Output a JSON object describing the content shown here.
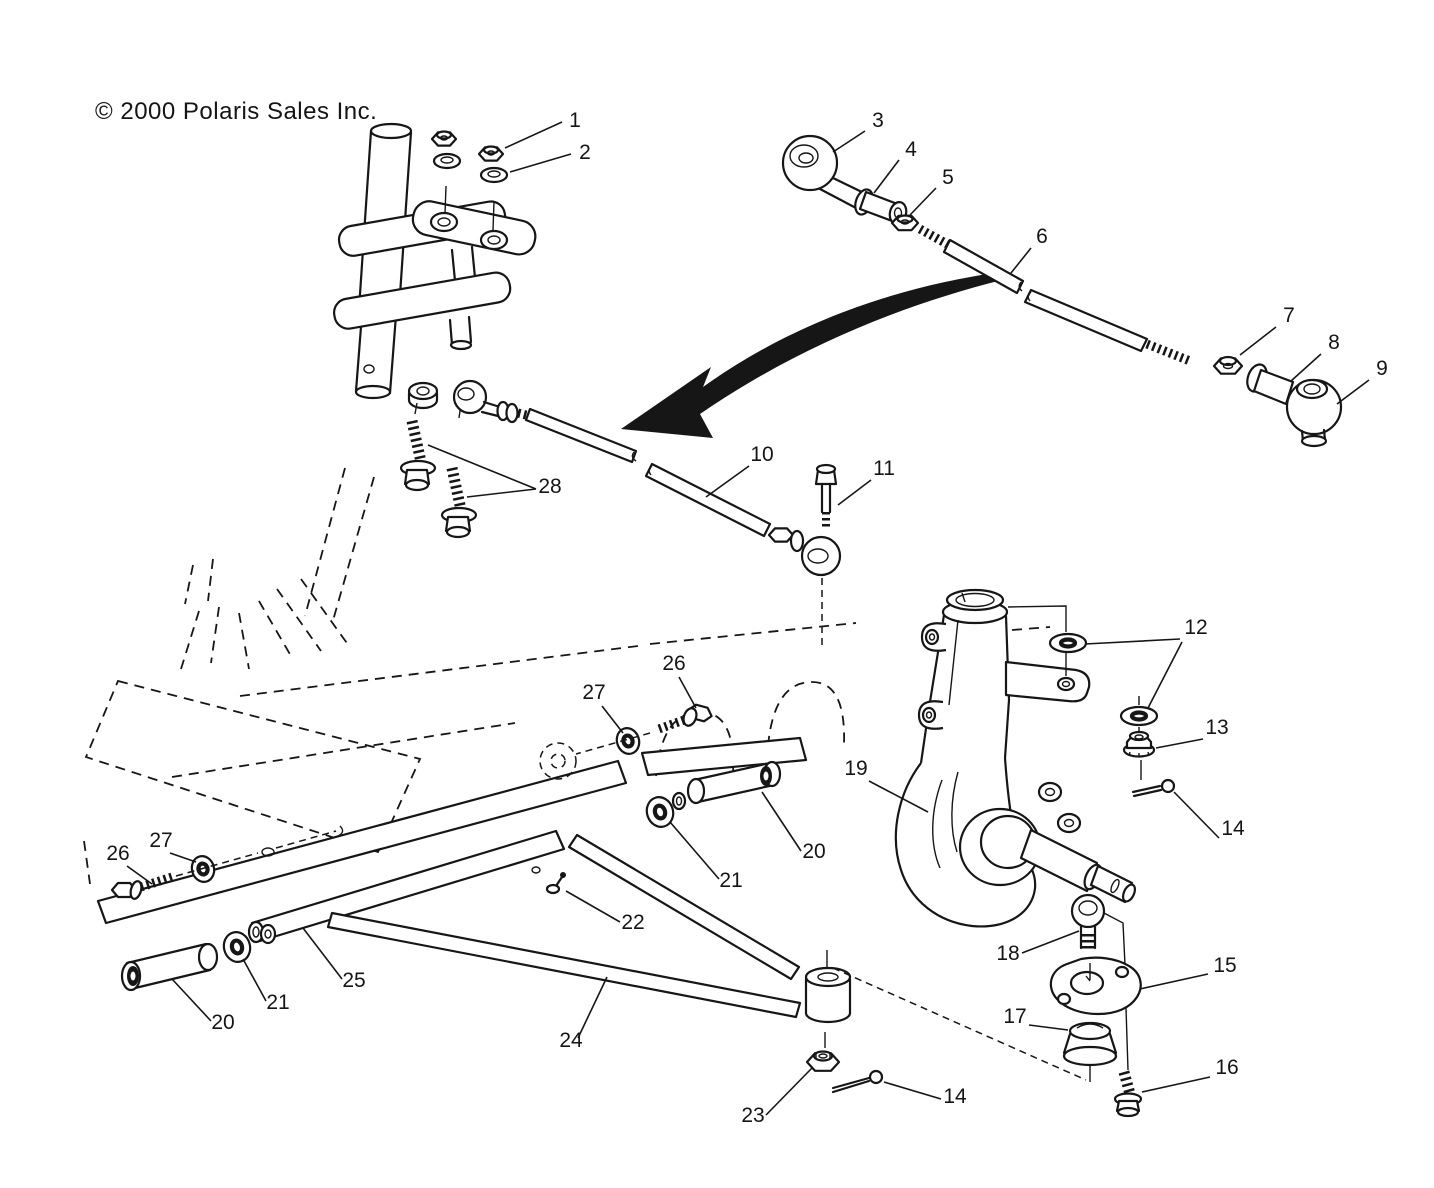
{
  "copyright": "© 2000 Polaris Sales Inc.",
  "colors": {
    "ink": "#161616",
    "background": "#ffffff"
  },
  "callouts": [
    {
      "label": "1"
    },
    {
      "label": "2"
    },
    {
      "label": "3"
    },
    {
      "label": "4"
    },
    {
      "label": "5"
    },
    {
      "label": "6"
    },
    {
      "label": "7"
    },
    {
      "label": "8"
    },
    {
      "label": "9"
    },
    {
      "label": "10"
    },
    {
      "label": "11"
    },
    {
      "label": "12"
    },
    {
      "label": "13"
    },
    {
      "label": "14"
    },
    {
      "label": "19"
    },
    {
      "label": "26"
    },
    {
      "label": "27"
    },
    {
      "label": "20"
    },
    {
      "label": "21"
    },
    {
      "label": "22"
    },
    {
      "label": "28"
    },
    {
      "label": "26"
    },
    {
      "label": "27"
    },
    {
      "label": "20"
    },
    {
      "label": "21"
    },
    {
      "label": "25"
    },
    {
      "label": "24"
    },
    {
      "label": "23"
    },
    {
      "label": "14"
    },
    {
      "label": "15"
    },
    {
      "label": "16"
    },
    {
      "label": "17"
    },
    {
      "label": "18"
    }
  ]
}
